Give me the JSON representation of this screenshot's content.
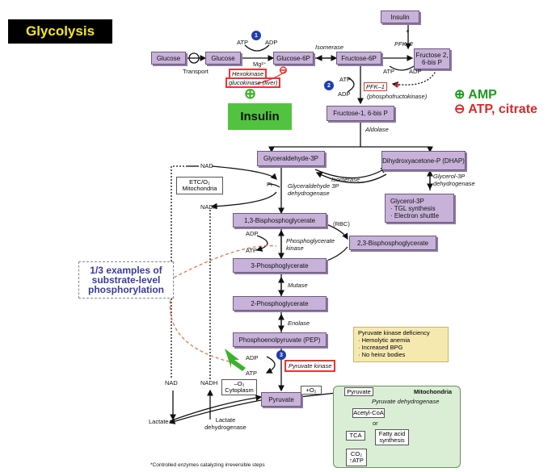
{
  "title": "Glycolysis",
  "insulin_label": "Insulin",
  "amp": "⊕ AMP",
  "atp_citrate": "⊖ ATP, citrate",
  "substrate_level_note": "1/3 examples of substrate-level phosphorylation",
  "footnote": "*Controlled enzymes catalyzing irreversible steps",
  "boxes": {
    "insulin_top": "Insulin",
    "glucose_out": "Glucose",
    "glucose_in": "Glucose",
    "glucose_6p": "Glucose-6P",
    "fructose_6p": "Fructose-6P",
    "fructose_26bisp": "Fructose 2, 6-bis P",
    "fructose_16bisp": "Fructose-1, 6-bis P",
    "glyceraldehyde_3p": "Glyceraldehyde-3P",
    "dhap": "Dihydroxyacetone-P (DHAP)",
    "glycerol_3p": "Glycerol-3P",
    "glycerol_3p_items": [
      "· TGL synthesis",
      "· Electron shuttle"
    ],
    "bpg_13": "1,3-Bisphosphoglycerate",
    "bpg_23": "2,3-Bisphosphoglycerate",
    "pg_3": "3-Phosphoglycerate",
    "pg_2": "2-Phosphoglycerate",
    "pep": "Phosphoenolpyruvate (PEP)",
    "pyruvate": "Pyruvate"
  },
  "labels": {
    "transport": "Transport",
    "atp1": "ATP",
    "adp1": "ADP",
    "mg": "Mg²⁺",
    "hexokinase": "Hexokinase",
    "glucokinase": "glucokinase (liver)",
    "isomerase1": "Isomerase",
    "pfk2": "PFK–2",
    "atp_pfk2": "ATP",
    "adp_pfk2": "ADP",
    "atp2": "ATP",
    "adp2": "ADP",
    "pfk1": "PFK–1",
    "pfk1_full": "(phosphofructokinase)",
    "aldolase": "Aldolase",
    "isomerase2": "Isomerase",
    "glycerol_dh": "Glycerol-3P dehydrogenase",
    "nad1": "NAD",
    "nadh1": "NADH",
    "etc": "ETC/O₂ Mitochondria",
    "pi": "Pi",
    "g3pdh": "Glyceraldehyde 3P dehydrogenase",
    "rbc": "(RBC)",
    "adp3": "ADP",
    "atp3": "ATP",
    "pgk": "Phosphoglycerate kinase",
    "mutase": "Mutase",
    "enolase": "Enolase",
    "adp4": "ADP",
    "atp4": "ATP",
    "pyruvate_kinase": "Pyruvate kinase",
    "nad2": "NAD",
    "nadh2": "NADH",
    "cytoplasm": "–O₂ Cytoplasm",
    "plus_o2": "+O₂",
    "lactate": "Lactate",
    "ldh": "Lactate dehydrogenase",
    "badge1": "1",
    "badge2": "2",
    "badge3": "3",
    "minus": "⊖",
    "plus": "⊕",
    "plus_small": "⊕",
    "pfk2_plus": "+"
  },
  "pk_deficiency": {
    "title": "Pyruvate kinase deficiency",
    "items": [
      "· Hemolytic anemia",
      "· Increased BPG",
      "· No heinz bodies"
    ]
  },
  "mitochondria": {
    "title": "Mitochondria",
    "pyruvate": "Pyruvate",
    "pdh": "Pyruvate dehydrogenase",
    "acetyl_coa": "Acetyl-CoA",
    "or": "or",
    "tca": "TCA",
    "fatty_acid": "Fatty acid synthesis",
    "co2": "CO₂",
    "atp": "↑ATP"
  },
  "colors": {
    "box_fill": "#c8b2d9",
    "title_bg": "#000000",
    "title_text": "#f3e81e",
    "insulin_bg": "#52c340",
    "amp": "#1f9a1f",
    "atp_citrate": "#d82a2a",
    "highlight": "#e33333",
    "badge": "#1f3db0"
  }
}
